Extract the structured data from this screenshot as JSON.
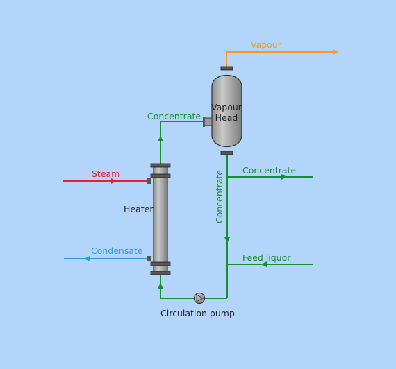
{
  "labels": {
    "vapour": "Vapour",
    "vapour_head_line1": "Vapour",
    "vapour_head_line2": "Head",
    "concentrate_top": "Concentrate",
    "concentrate_right": "Concentrate",
    "concentrate_vertical": "Concentrate",
    "steam": "Steam",
    "heater": "Heater",
    "condensate": "Condensate",
    "feed_liquor": "Feed liquor",
    "circulation_pump": "Circulation pump"
  },
  "colors": {
    "background": "#b3d4fb",
    "process_line": "#16902a",
    "steam": "#e3232b",
    "condensate": "#2a9fd6",
    "vapour": "#f59a1f",
    "equipment_fill": "#a8a8a8",
    "equipment_stroke": "#333333"
  }
}
